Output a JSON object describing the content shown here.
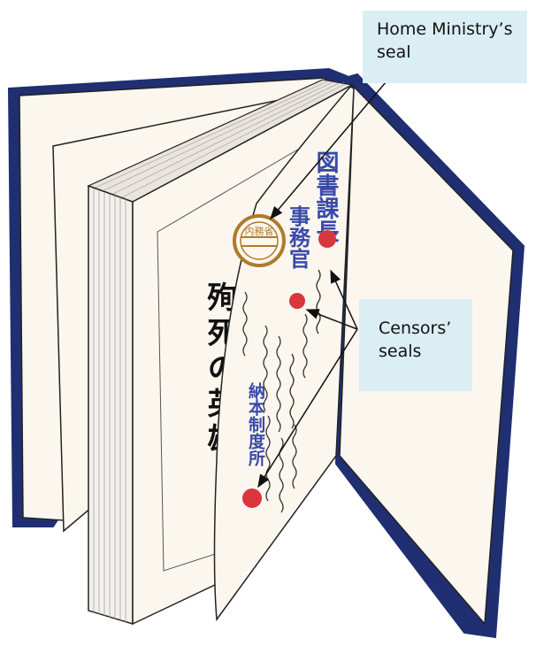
{
  "callouts": {
    "home_ministry": {
      "line1": "Home Ministry’s",
      "line2": "seal"
    },
    "censors": {
      "line1": "Censors’",
      "line2": "seals"
    }
  },
  "page_text": {
    "seal_text": "内務省",
    "upper_right_column": "図書課長",
    "mid_column": "事務官",
    "lower_column": "納本制度所",
    "spine_text": "殉死の英雄"
  },
  "colors": {
    "cover": "#1f2f72",
    "page": "#fbf7ef",
    "outline": "#222222",
    "seal_brown": "#b07a2c",
    "seal_red": "#d9363e",
    "stamp_blue": "#3a4aa8",
    "callout_bg": "#daeef3"
  }
}
